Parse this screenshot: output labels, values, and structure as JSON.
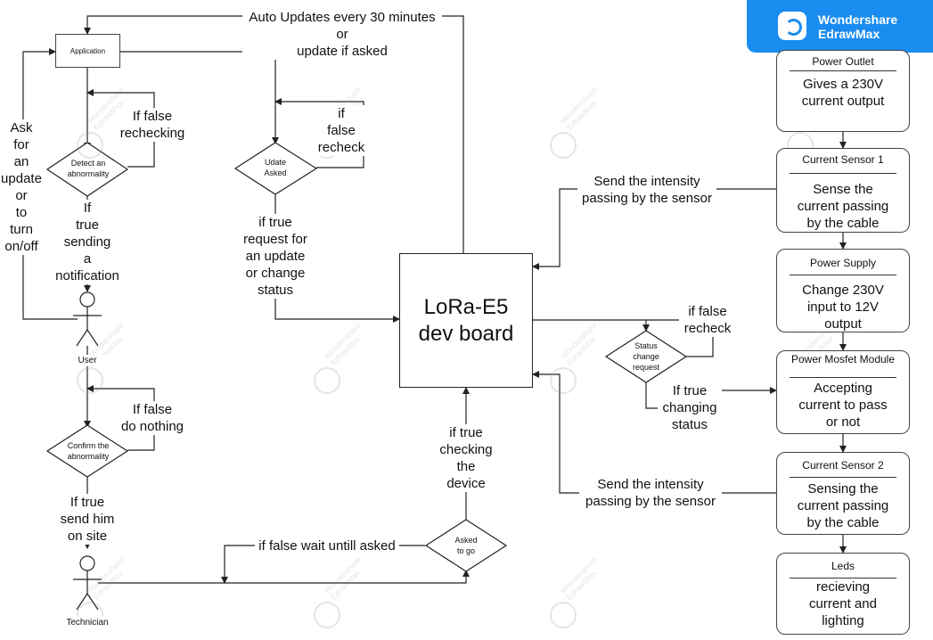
{
  "brand": {
    "line1": "Wondershare",
    "line2": "EdrawMax"
  },
  "watermark": {
    "line1": "Wondershare",
    "line2": "EdrawMax"
  },
  "nodes": {
    "application": "Application",
    "lora": "LoRa-E5\ndev board",
    "detect_abnormality": "Detect an\nabnormality",
    "update_asked": "Udate\nAsked",
    "confirm_abnormality": "Confirm the\nabnormality",
    "asked_to_go": "Asked\nto go",
    "status_change_request": "Status\nchange\nrequest",
    "user": "User",
    "technician": "Technician"
  },
  "chain": [
    {
      "title": "Power Outlet",
      "body": "Gives a 230V\ncurrent output"
    },
    {
      "title": "Current Sensor 1",
      "body": "Sense the\ncurrent passing\nby the cable"
    },
    {
      "title": "Power Supply",
      "body": "Change 230V\ninput to 12V\noutput"
    },
    {
      "title": "Power Mosfet\nModule",
      "body": "Accepting\ncurrent to pass\nor not"
    },
    {
      "title": "Current Sensor 2",
      "body": "Sensing the\ncurrent passing\nby the cable"
    },
    {
      "title": "Leds",
      "body": "recieving\ncurrent and\nlighting"
    }
  ],
  "labels": {
    "auto_updates": "Auto Updates every 30 minutes\nor\nupdate if asked",
    "ask_update": "Ask\nfor\nan\nupdate\nor\nto\nturn\non/off",
    "if_false_rechecking": "If false\nrechecking",
    "if_false_recheck_update": "if\nfalse\nrecheck",
    "if_true_sending": "If\ntrue\nsending\na\nnotification",
    "if_true_request": "if true\nrequest for\nan update\nor change\nstatus",
    "if_false_do_nothing": "If false\ndo nothing",
    "if_true_send_him": "If true\nsend him\non site",
    "if_true_checking": "if true\nchecking\nthe\ndevice",
    "if_false_wait": "if false wait untill asked",
    "send_intensity_1": "Send the intensity\npassing by the sensor",
    "send_intensity_2": "Send the intensity\npassing by the sensor",
    "if_false_recheck_status": "if false\nrecheck",
    "if_true_changing": "If true\nchanging\nstatus"
  }
}
